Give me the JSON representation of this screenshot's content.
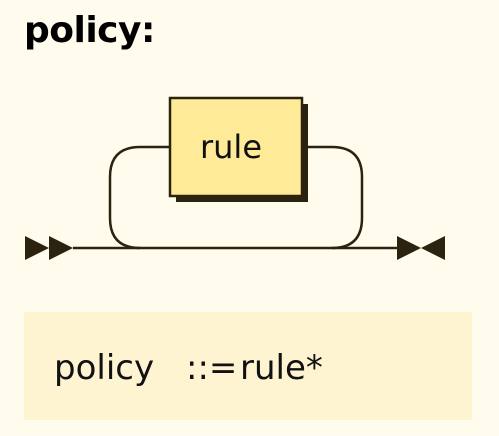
{
  "title": "policy:",
  "diagram": {
    "nonterminal": "rule",
    "repetition": "zero-or-more",
    "colors": {
      "background": "#FFFCED",
      "box_fill": "#FFEA98",
      "box_stroke": "#2B2310",
      "box_shadow": "#2B2310",
      "line": "#2B2310",
      "ebnf_background": "#FFF4D2"
    }
  },
  "ebnf": {
    "lhs": "policy",
    "operator": "::=",
    "rhs": "rule*"
  }
}
